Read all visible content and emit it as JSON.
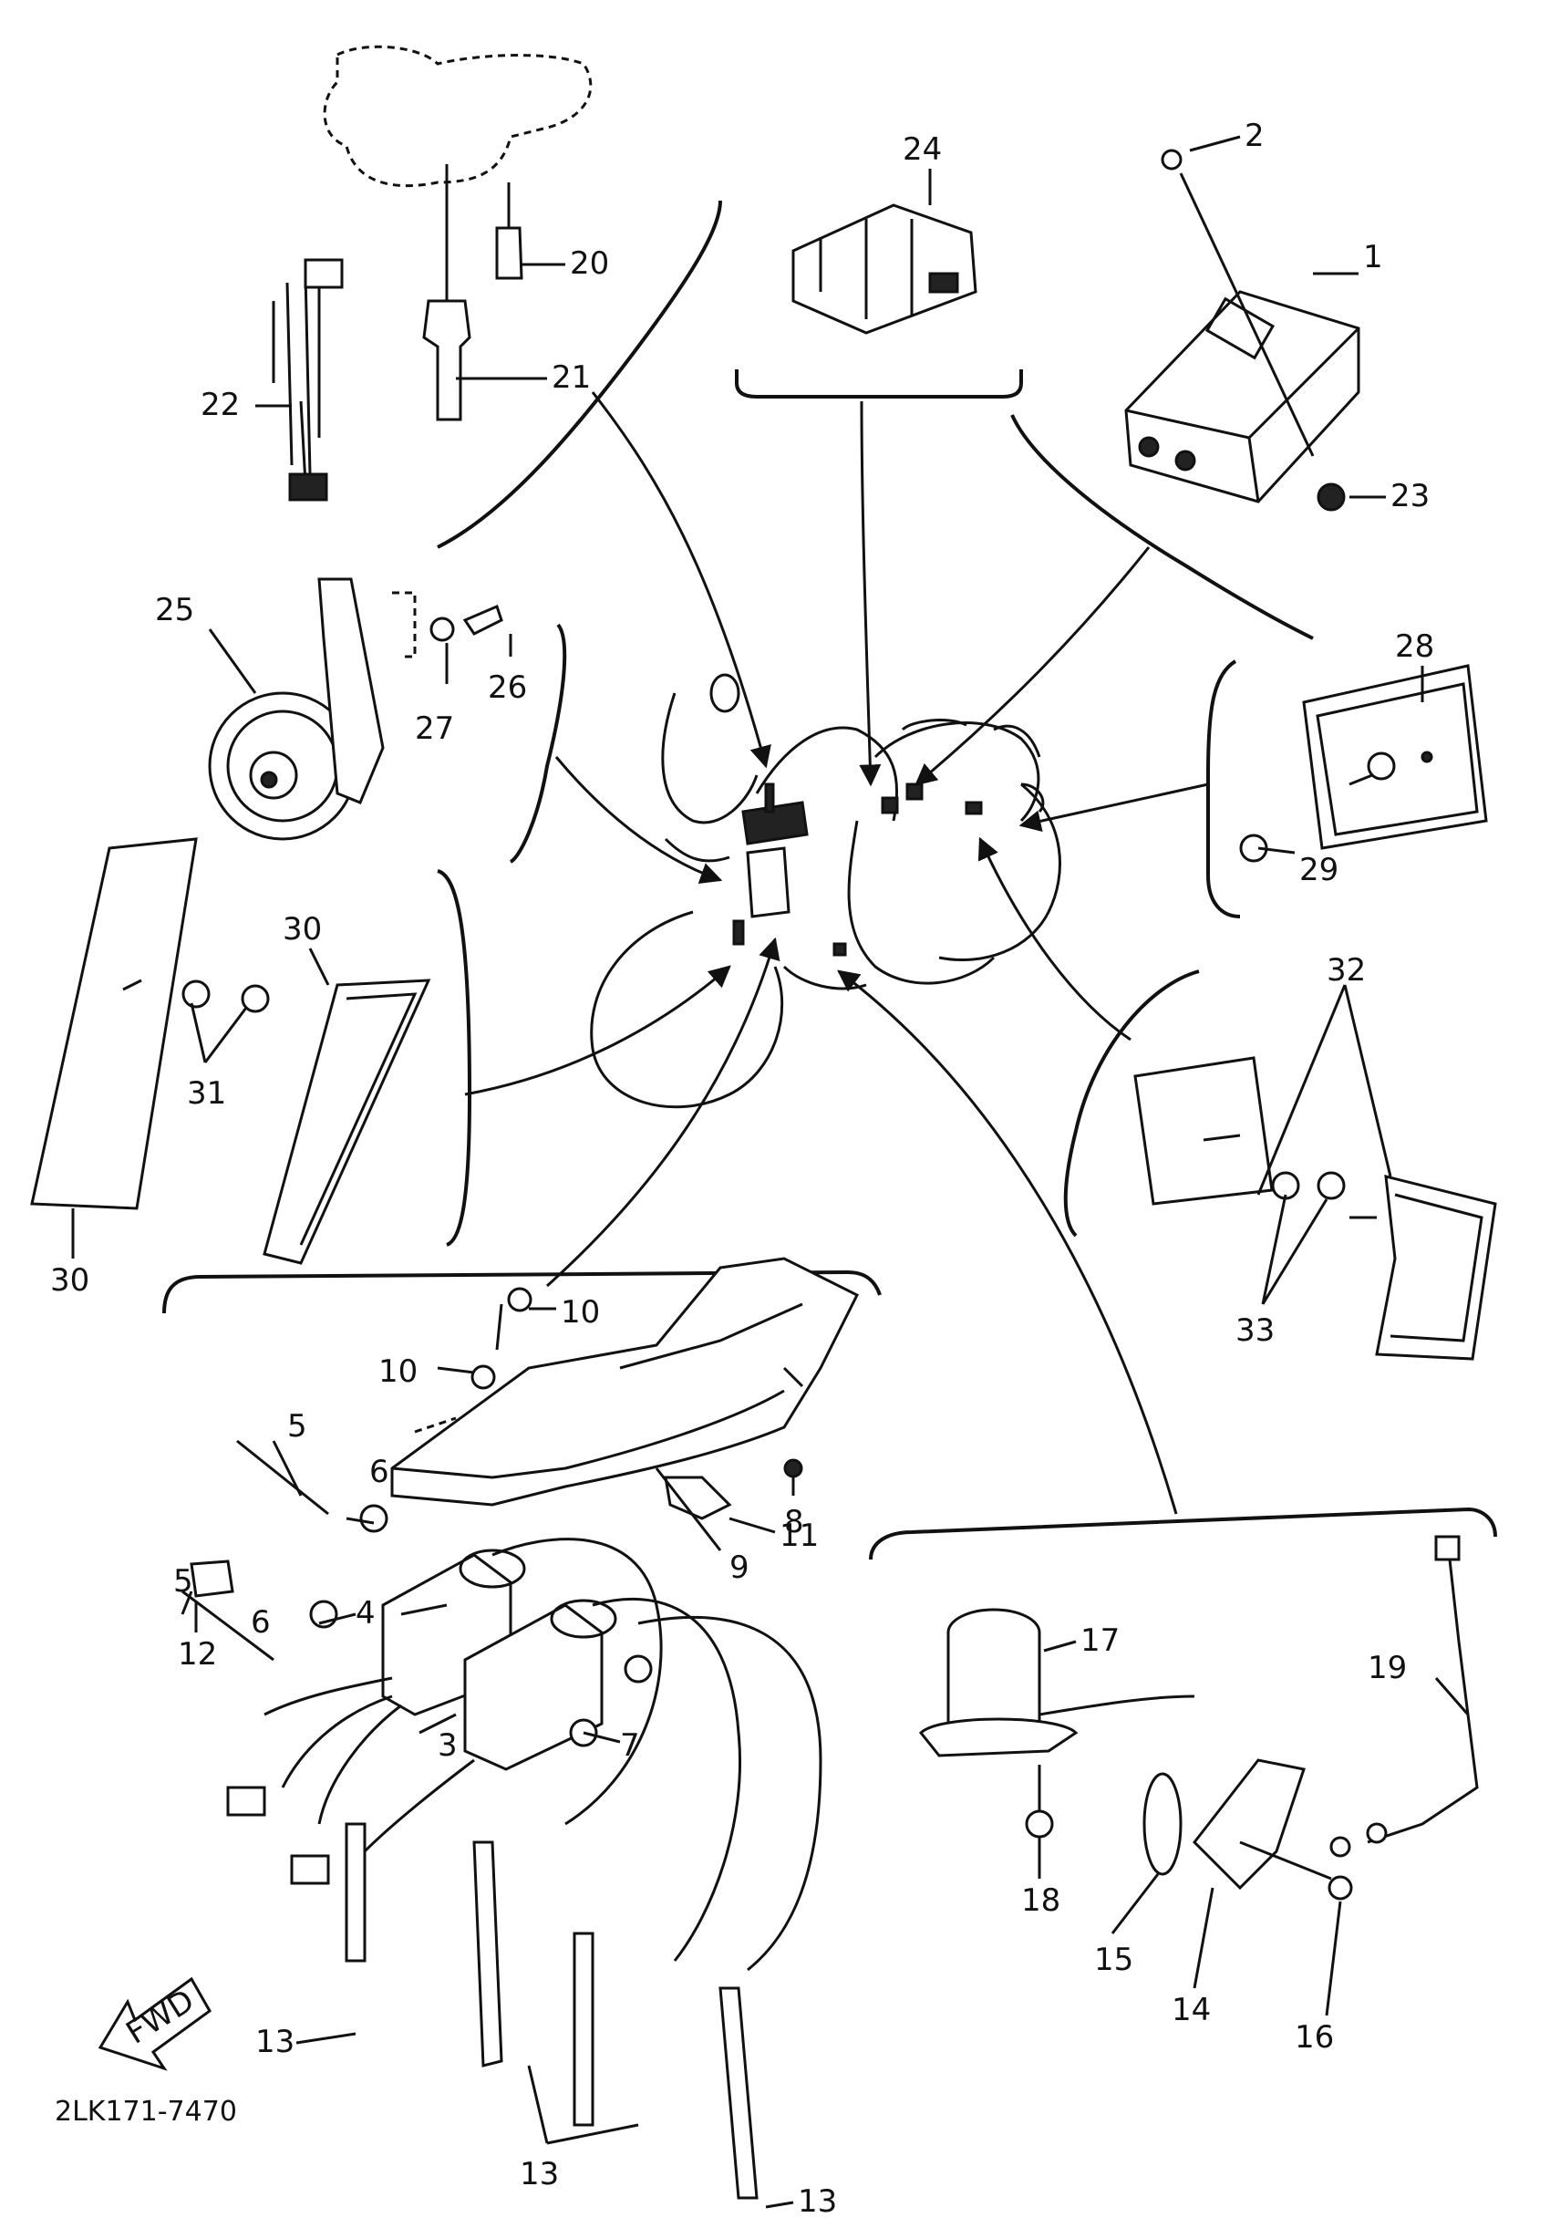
{
  "diagram": {
    "part_code": "2LK171-7470",
    "fwd_label": "FWD",
    "callouts": [
      "1",
      "2",
      "3",
      "4",
      "5",
      "5",
      "6",
      "6",
      "7",
      "8",
      "9",
      "10",
      "10",
      "11",
      "12",
      "13",
      "13",
      "13",
      "14",
      "15",
      "16",
      "17",
      "18",
      "19",
      "20",
      "21",
      "22",
      "23",
      "24",
      "25",
      "26",
      "27",
      "28",
      "29",
      "30",
      "30",
      "31",
      "32",
      "33"
    ]
  }
}
